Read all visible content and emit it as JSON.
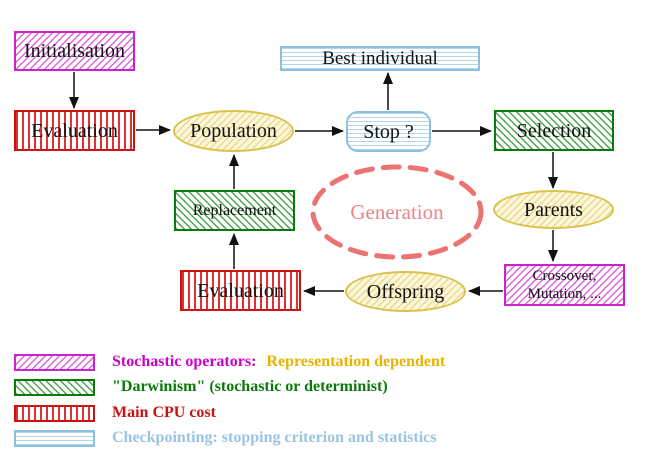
{
  "nodes": {
    "initialisation": {
      "label": "Initialisation"
    },
    "evaluation_top": {
      "label": "Evaluation"
    },
    "population": {
      "label": "Population"
    },
    "best_individual": {
      "label": "Best individual"
    },
    "stop": {
      "label": "Stop ?"
    },
    "selection": {
      "label": "Selection"
    },
    "parents": {
      "label": "Parents"
    },
    "crossover_mutation": {
      "line1": "Crossover,",
      "line2": "Mutation, ..."
    },
    "offspring": {
      "label": "Offspring"
    },
    "evaluation_bottom": {
      "label": "Evaluation"
    },
    "replacement": {
      "label": "Replacement"
    },
    "generation": {
      "label": "Generation"
    }
  },
  "legend": {
    "stochastic": {
      "label": "Stochastic operators:",
      "suffix": "Representation dependent"
    },
    "darwinism": {
      "label": "\"Darwinism\" (stochastic or determinist)"
    },
    "cpu": {
      "label": "Main CPU cost"
    },
    "checkpointing": {
      "label": "Checkpointing: stopping criterion and statistics"
    }
  },
  "colors": {
    "magenta": "#cc22cc",
    "yellow_text": "#e6b400",
    "green": "#0a7a0a",
    "red": "#cc1111",
    "cyan_border": "#8cc0de",
    "cyan_text": "#9ac4e0",
    "salmon": "#ed7272",
    "gold_border": "#d9c34d"
  }
}
